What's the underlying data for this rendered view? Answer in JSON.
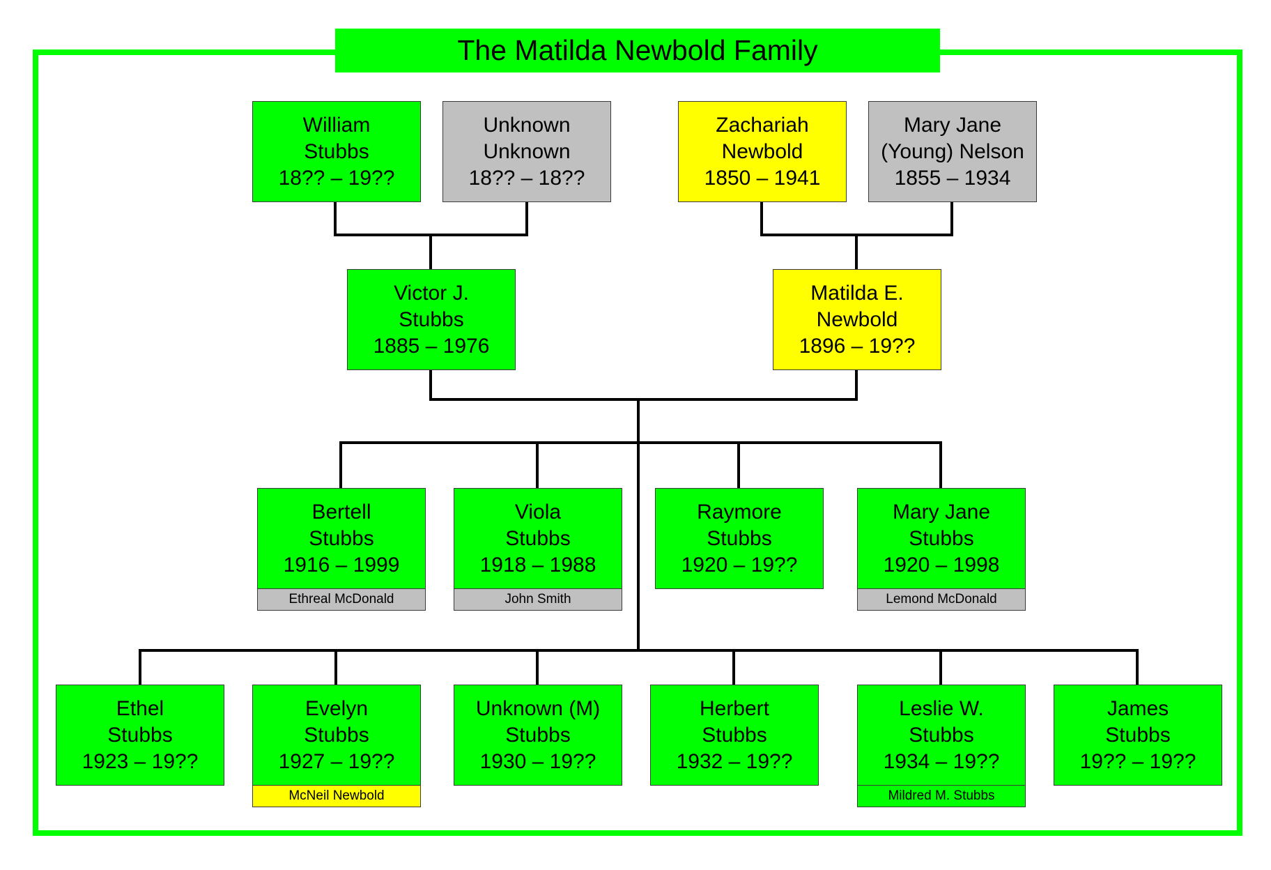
{
  "title": "The Matilda Newbold Family",
  "colors": {
    "frame": "#00ff00",
    "stubbs": "#00ff00",
    "newbold": "#ffff00",
    "unknown": "#c0c0c0",
    "line": "#000000"
  },
  "people": {
    "william": {
      "first": "William",
      "last": "Stubbs",
      "years": "18?? – 19??"
    },
    "unknown_wife": {
      "first": "Unknown",
      "last": "Unknown",
      "years": "18?? – 18??"
    },
    "zachariah": {
      "first": "Zachariah",
      "last": "Newbold",
      "years": "1850 – 1941"
    },
    "mary_jane_sr": {
      "first": "Mary Jane",
      "last": "(Young) Nelson",
      "years": "1855 – 1934"
    },
    "victor": {
      "first": "Victor J.",
      "last": "Stubbs",
      "years": "1885 – 1976"
    },
    "matilda": {
      "first": "Matilda E.",
      "last": "Newbold",
      "years": "1896 – 19??"
    },
    "bertell": {
      "first": "Bertell",
      "last": "Stubbs",
      "years": "1916 – 1999",
      "spouse": "Ethreal McDonald"
    },
    "viola": {
      "first": "Viola",
      "last": "Stubbs",
      "years": "1918 – 1988",
      "spouse": "John Smith"
    },
    "raymore": {
      "first": "Raymore",
      "last": "Stubbs",
      "years": "1920 – 19??"
    },
    "mary_jane": {
      "first": "Mary Jane",
      "last": "Stubbs",
      "years": "1920 – 1998",
      "spouse": "Lemond McDonald"
    },
    "ethel": {
      "first": "Ethel",
      "last": "Stubbs",
      "years": "1923 – 19??"
    },
    "evelyn": {
      "first": "Evelyn",
      "last": "Stubbs",
      "years": "1927 – 19??",
      "spouse": "McNeil Newbold"
    },
    "unknown_m": {
      "first": "Unknown (M)",
      "last": "Stubbs",
      "years": "1930 – 19??"
    },
    "herbert": {
      "first": "Herbert",
      "last": "Stubbs",
      "years": "1932 – 19??"
    },
    "leslie": {
      "first": "Leslie W.",
      "last": "Stubbs",
      "years": "1934 – 19??",
      "spouse": "Mildred M. Stubbs"
    },
    "james": {
      "first": "James",
      "last": "Stubbs",
      "years": "19?? – 19??"
    }
  }
}
